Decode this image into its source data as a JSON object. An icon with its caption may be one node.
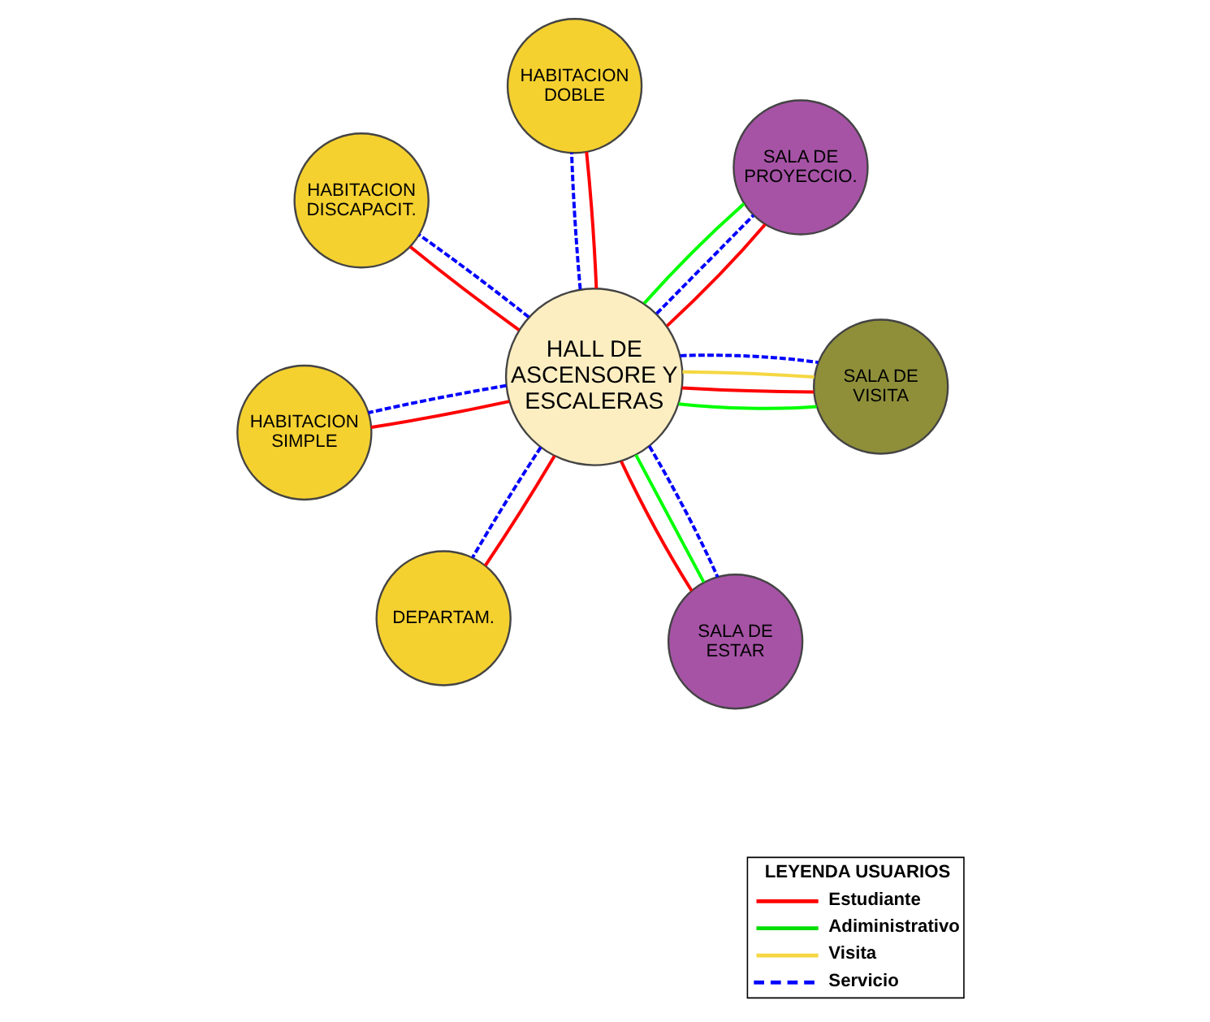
{
  "diagram": {
    "nodes": [
      {
        "text": [
          "HABITACION SIMPLE"
        ]
      },
      {
        "text": [
          "SALA DE VISITA"
        ]
      },
      {
        "text": [
          "HALL DE ASCENSORE Y ESCALERAS"
        ]
      },
      {
        "text": [
          "HABITACION DOBLE"
        ]
      },
      {
        "text": [
          "SALA DE PROYECCIO."
        ]
      },
      {
        "text": [
          "HABITACION DISCAPACIT."
        ]
      },
      {
        "text": [
          "DEPARTAM."
        ]
      },
      {
        "text": [
          "SALA DE ESTAR"
        ]
      }
    ],
    "edges": [
      {
        "from": 2,
        "to": 0,
        "arrow": "none",
        "color": "#ff0000"
      },
      {
        "from": 2,
        "to": 0,
        "arrow": "none",
        "style": "dashed",
        "color": "#0000ff"
      },
      {
        "from": 2,
        "to": 1,
        "arrow": "none",
        "style": "dashed",
        "color": "#0000ff"
      },
      {
        "from": 2,
        "to": 1,
        "arrow": "none",
        "color": "#00ff00"
      },
      {
        "from": 2,
        "to": 1,
        "arrow": "none",
        "color": "#ff0000"
      },
      {
        "from": 2,
        "to": 1,
        "arrow": "none",
        "color": "#f5d742"
      },
      {
        "from": 2,
        "to": 3,
        "arrow": "none",
        "style": "dashed",
        "color": "#0000ff"
      },
      {
        "from": 2,
        "to": 3,
        "arrow": "none",
        "color": "#ff0000"
      },
      {
        "from": 2,
        "to": 4,
        "arrow": "none",
        "color": "#00ff00"
      },
      {
        "from": 2,
        "to": 4,
        "arrow": "none",
        "color": "#ff0000"
      },
      {
        "from": 2,
        "to": 4,
        "arrow": "none",
        "style": "dashed",
        "color": "#0000ff"
      },
      {
        "from": 2,
        "to": 5,
        "arrow": "none",
        "color": "#ff0000"
      },
      {
        "from": 2,
        "to": 5,
        "arrow": "none",
        "style": "dashed",
        "color": "#0000ff"
      },
      {
        "from": 2,
        "to": 6,
        "arrow": "none",
        "color": "#ff0000"
      },
      {
        "from": 2,
        "to": 6,
        "arrow": "none",
        "style": "dashed",
        "color": "#0000ff"
      },
      {
        "from": 2,
        "to": 7,
        "arrow": "none",
        "style": "dashed",
        "color": "#0000ff"
      },
      {
        "from": 2,
        "to": 7,
        "arrow": "none",
        "color": "#ff0000"
      },
      {
        "from": 2,
        "to": 7,
        "arrow": "none",
        "color": "#00ff00"
      }
    ],
    "labels": [
      "LEYENDA USUARIOS"
    ],
    "legend": [
      {
        "text": "Estudiante"
      },
      {
        "text": "Adiministrativo"
      },
      {
        "text": "Visita"
      },
      {
        "text": "Servicio"
      }
    ]
  }
}
